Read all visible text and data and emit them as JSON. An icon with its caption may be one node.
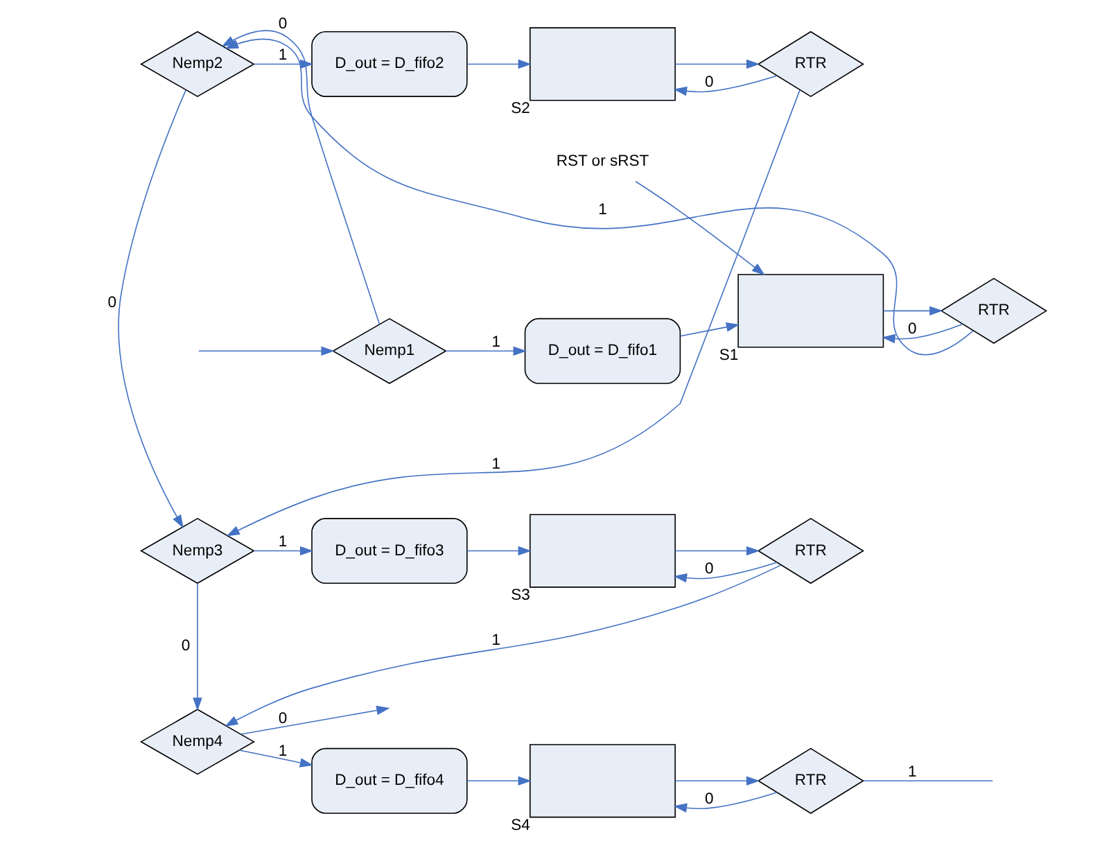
{
  "diagram": {
    "nodes": [
      {
        "text": [
          "RST or sRST"
        ]
      },
      {
        "text": [
          "Nemp1"
        ]
      },
      {
        "text": [
          "D_out = D_fifo1"
        ]
      },
      {
        "text": [],
        "shape": "box",
        "beside": [
          "S1"
        ]
      },
      {
        "text": [
          "RTR"
        ]
      },
      {
        "text": [
          "Nemp2"
        ]
      },
      {
        "text": [
          "D_out = D_fifo2"
        ]
      },
      {
        "text": [],
        "shape": "box",
        "beside": [
          "S2"
        ]
      },
      {
        "text": [
          "RTR"
        ]
      },
      {
        "text": [
          "Nemp3"
        ]
      },
      {
        "text": [
          "D_out = D_fifo3"
        ]
      },
      {
        "text": [],
        "shape": "box",
        "beside": [
          "S3"
        ]
      },
      {
        "text": [
          "RTR"
        ]
      },
      {
        "text": [
          "Nemp4"
        ]
      },
      {
        "text": [
          "D_out = D_fifo4"
        ]
      },
      {
        "text": [],
        "shape": "box",
        "beside": [
          "S4"
        ]
      },
      {
        "text": [
          "RTR"
        ]
      }
    ],
    "edges": [
      {
        "from": 0,
        "to": 3,
        "arrow": "to"
      },
      {
        "from": null,
        "to": 1,
        "arrow": "to"
      },
      {
        "from": 1,
        "to": 2,
        "arrow": "to",
        "label": "1"
      },
      {
        "from": 2,
        "to": 3,
        "arrow": "to"
      },
      {
        "from": 3,
        "to": 4,
        "arrow": "to"
      },
      {
        "from": 4,
        "to": 3,
        "arrow": "to",
        "label": "0"
      },
      {
        "from": 1,
        "to": 5,
        "arrow": "to",
        "label": "0"
      },
      {
        "from": 4,
        "to": 5,
        "arrow": "to",
        "label": "1"
      },
      {
        "from": 5,
        "to": 6,
        "arrow": "to",
        "label": "1"
      },
      {
        "from": 6,
        "to": 7,
        "arrow": "to"
      },
      {
        "from": 7,
        "to": 8,
        "arrow": "to"
      },
      {
        "from": 8,
        "to": 7,
        "arrow": "to",
        "label": "0"
      },
      {
        "from": 5,
        "to": 9,
        "arrow": "to",
        "label": "0"
      },
      {
        "from": 8,
        "to": 9,
        "arrow": "to",
        "label": "1"
      },
      {
        "from": 9,
        "to": 10,
        "arrow": "to",
        "label": "1"
      },
      {
        "from": 10,
        "to": 11,
        "arrow": "to"
      },
      {
        "from": 11,
        "to": 12,
        "arrow": "to"
      },
      {
        "from": 12,
        "to": 11,
        "arrow": "to",
        "label": "0"
      },
      {
        "from": 9,
        "to": 13,
        "arrow": "to",
        "label": "0"
      },
      {
        "from": 12,
        "to": 13,
        "arrow": "to",
        "label": "1"
      },
      {
        "from": 13,
        "to": 14,
        "arrow": "to",
        "label": "1"
      },
      {
        "from": 14,
        "to": 15,
        "arrow": "to"
      },
      {
        "from": 15,
        "to": 16,
        "arrow": "to"
      },
      {
        "from": 16,
        "to": 15,
        "arrow": "to",
        "label": "0"
      },
      {
        "from": 13,
        "to": null,
        "arrow": "to",
        "label": "0"
      },
      {
        "from": 16,
        "to": null,
        "arrow": "none",
        "label": "1"
      }
    ]
  }
}
